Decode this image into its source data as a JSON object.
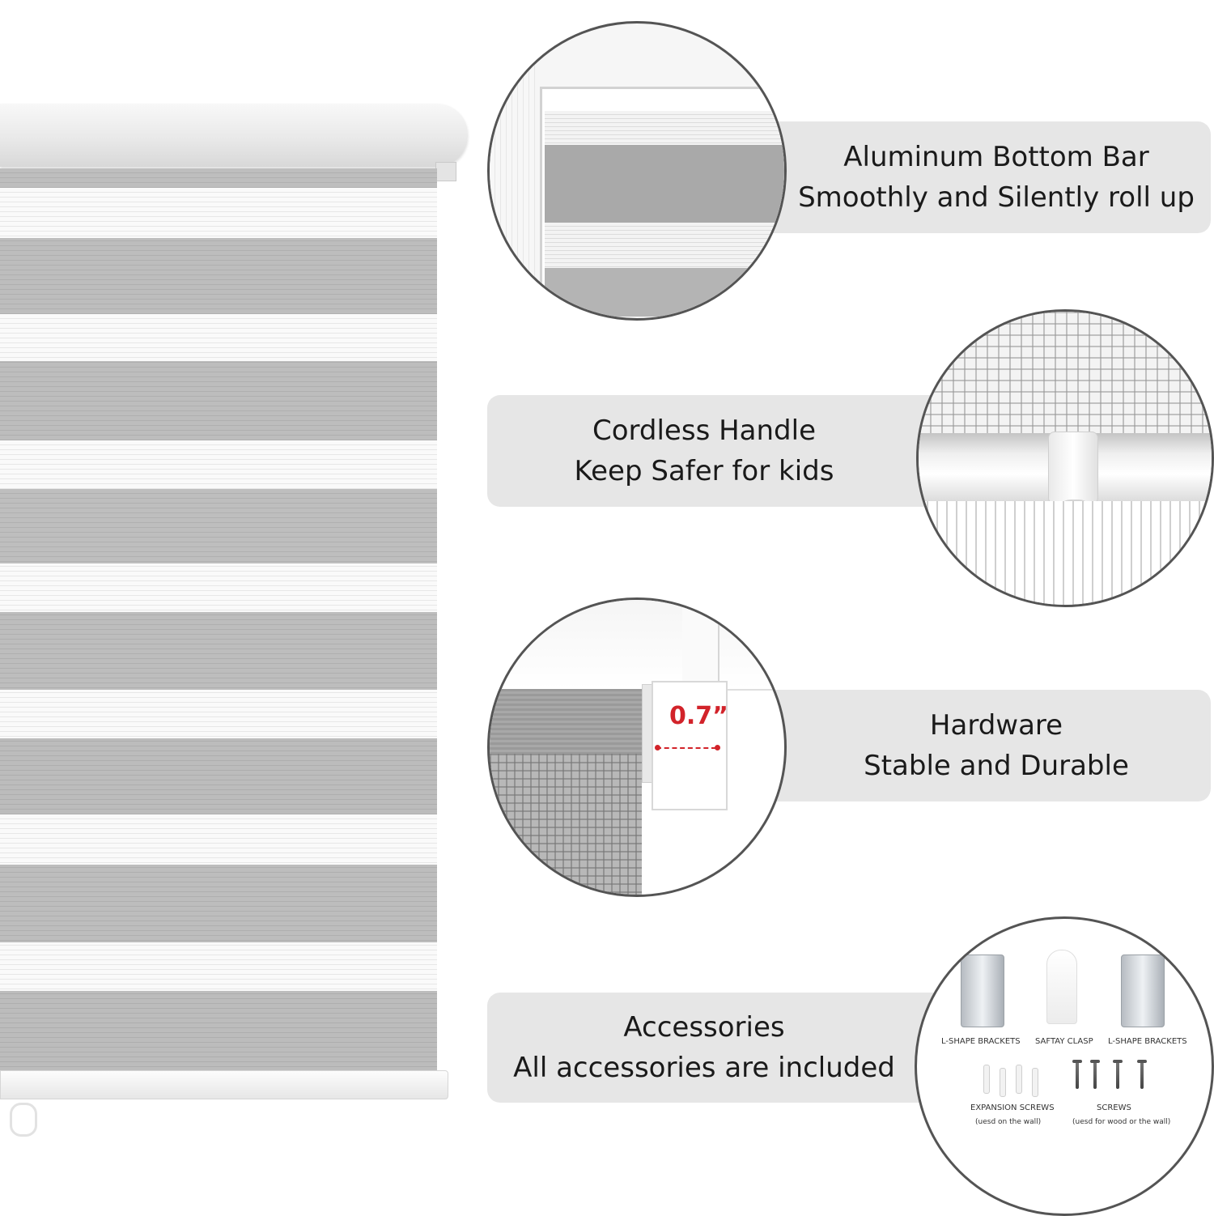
{
  "features": [
    {
      "title": "Aluminum Bottom Bar",
      "subtitle": "Smoothly and Silently roll up"
    },
    {
      "title": "Cordless Handle",
      "subtitle": "Keep Safer for kids"
    },
    {
      "title": "Hardware",
      "subtitle": "Stable and Durable"
    },
    {
      "title": "Accessories",
      "subtitle": "All accessories are included"
    }
  ],
  "hardware_dimension": "0.7”",
  "accessories": {
    "l_shape_brackets_left": "L-SHAPE BRACKETS",
    "safety_clasp": "SAFTAY CLASP",
    "l_shape_brackets_right": "L-SHAPE BRACKETS",
    "expansion_screws": "EXPANSION SCREWS",
    "expansion_screws_note": "(uesd on the wall)",
    "screws": "SCREWS",
    "screws_note": "(uesd for wood or the wall)"
  },
  "colors": {
    "label_bg": "#e6e6e6",
    "circle_border": "#545454",
    "fabric_grey": "#bdbdbd",
    "fabric_sheer": "#fafafa",
    "dimension_red": "#d2232a"
  }
}
